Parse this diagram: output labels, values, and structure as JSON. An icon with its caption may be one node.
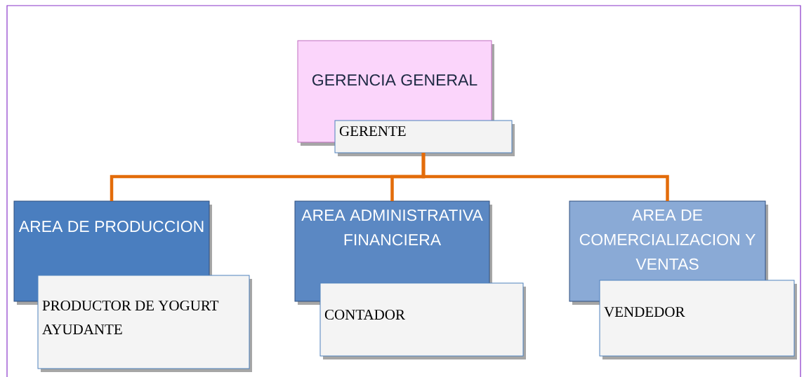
{
  "diagram": {
    "nodes": [
      {
        "text": [
          "GERENCIA GENERAL"
        ]
      },
      {
        "text": [
          "GERENTE"
        ]
      },
      {
        "text": [
          "AREA DE PRODUCCION"
        ]
      },
      {
        "text": [
          "PRODUCTOR DE YOGURT",
          "AYUDANTE"
        ]
      },
      {
        "text": [
          "AREA ADMINISTRATIVA FINANCIERA"
        ]
      },
      {
        "text": [
          "CONTADOR"
        ]
      },
      {
        "text": [
          "AREA DE COMERCIALIZACION Y VENTAS"
        ]
      },
      {
        "text": [
          "VENDEDOR"
        ]
      }
    ],
    "edges": [
      {
        "from": 1,
        "to": 2,
        "arrow": "none"
      },
      {
        "from": 1,
        "to": 4,
        "arrow": "none"
      },
      {
        "from": 1,
        "to": 6,
        "arrow": "none"
      }
    ]
  }
}
